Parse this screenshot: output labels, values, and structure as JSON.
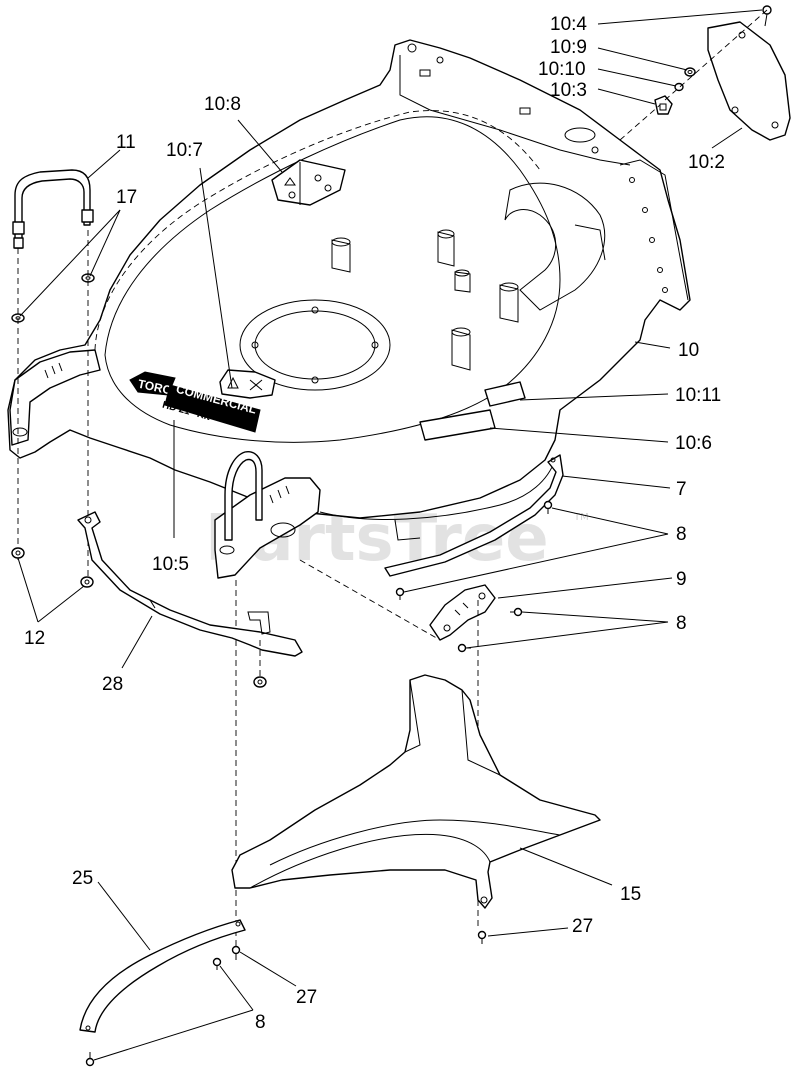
{
  "watermark": {
    "text": "PartsTree",
    "trademark": "TM"
  },
  "decals": {
    "brand_small": "TORO",
    "brand_large": "COMMERCIAL",
    "model_text": "HD 21\" Kit"
  },
  "callouts": {
    "c10_4": "10:4",
    "c10_9": "10:9",
    "c10_10": "10:10",
    "c10_3": "10:3",
    "c10_2": "10:2",
    "c10_8": "10:8",
    "c10_7": "10:7",
    "c11": "11",
    "c17": "17",
    "c10": "10",
    "c10_11": "10:11",
    "c10_6": "10:6",
    "c7": "7",
    "c8_a": "8",
    "c9": "9",
    "c8_b": "8",
    "c10_5": "10:5",
    "c12": "12",
    "c28": "28",
    "c15": "15",
    "c27_a": "27",
    "c25": "25",
    "c27_b": "27",
    "c8_c": "8"
  }
}
